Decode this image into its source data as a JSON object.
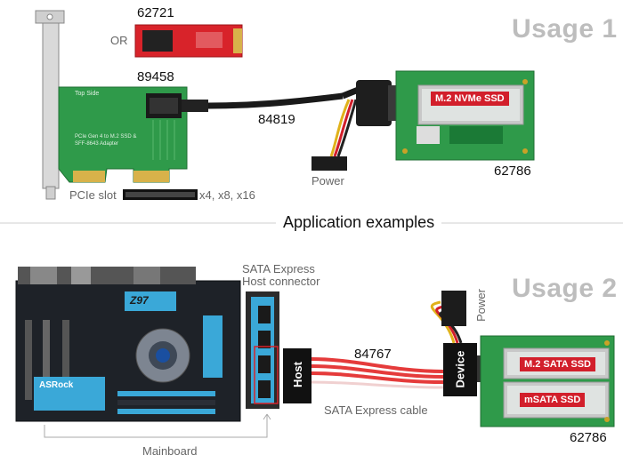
{
  "usage1": {
    "title": "Usage 1",
    "or_text": "OR",
    "adapter_alt_pn": "62721",
    "pcie_card_pn": "89458",
    "cable_pn": "84819",
    "power_label": "Power",
    "ssd_board_pn": "62786",
    "ssd_label": "M.2 NVMe SSD",
    "pcie_slot_label": "PCIe slot",
    "pcie_slot_sizes": "x4, x8, x16",
    "card_text_1": "Top Side",
    "card_text_2": "PCIe Gen 4 to M.2 SSD & SFF-8643 Adapter"
  },
  "center": {
    "title": "Application examples"
  },
  "usage2": {
    "title": "Usage 2",
    "host_connector_line1": "SATA Express",
    "host_connector_line2": "Host connector",
    "cable_pn": "84767",
    "power_label": "Power",
    "host_label": "Host",
    "device_label": "Device",
    "cable_label": "SATA Express cable",
    "mainboard_label": "Mainboard",
    "ssd_board_pn": "62786",
    "ssd_label_1": "M.2 SATA SSD",
    "ssd_label_2": "mSATA SSD",
    "board_chipset": "Z97",
    "board_brand": "ASRock"
  },
  "colors": {
    "pcb_green": "#2f9a4a",
    "pcb_red": "#d8232a",
    "cable_red": "#e53b3b",
    "motherboard_dark": "#1e2228",
    "heatsink_blue": "#3aa8d8",
    "usage_gray": "#bdbdbd"
  }
}
